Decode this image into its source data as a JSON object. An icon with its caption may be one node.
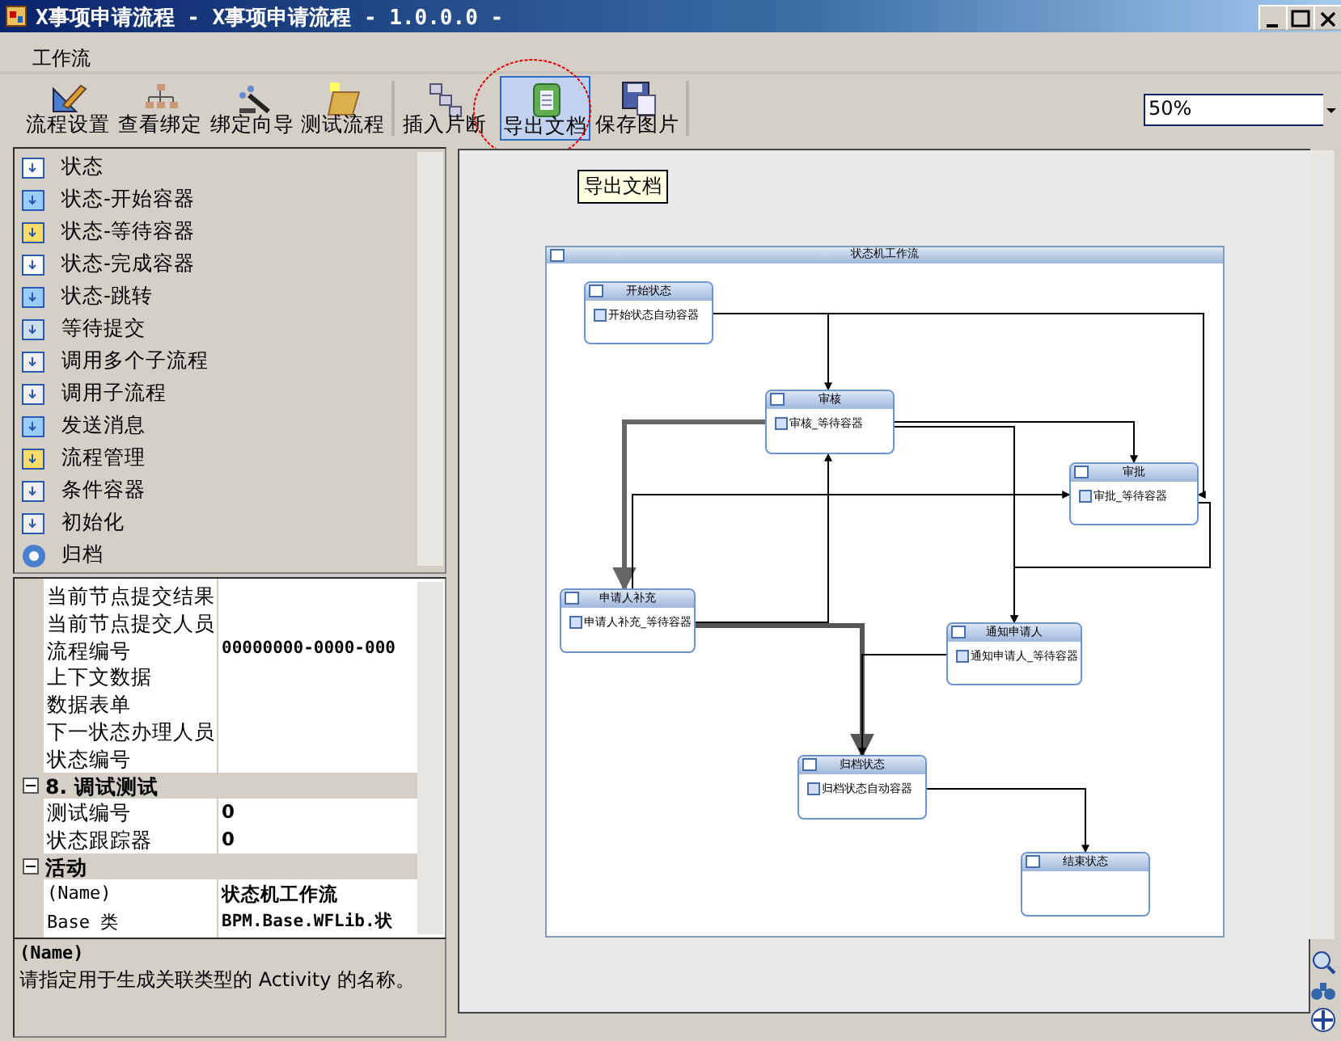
{
  "diagram": {
    "nodes": [
      {
        "text": [
          "状态机工作流"
        ]
      },
      {
        "text": [
          "开始状态",
          "开始状态自动容器"
        ],
        "in": 0
      },
      {
        "text": [
          "审核",
          "审核_等待容器"
        ],
        "in": 0
      },
      {
        "text": [
          "审批",
          "审批_等待容器"
        ],
        "in": 0
      },
      {
        "text": [
          "申请人补充",
          "申请人补充_等待容器"
        ],
        "in": 0
      },
      {
        "text": [
          "通知申请人",
          "通知申请人_等待容器"
        ],
        "in": 0
      },
      {
        "text": [
          "归档状态",
          "归档状态自动容器"
        ],
        "in": 0
      },
      {
        "text": [
          "结束状态"
        ],
        "in": 0
      }
    ],
    "edges": [
      {
        "from": 1,
        "to": 2,
        "arrow": "to"
      },
      {
        "from": 1,
        "to": 3,
        "arrow": "to"
      },
      {
        "from": 2,
        "to": 3,
        "arrow": "to"
      },
      {
        "from": 2,
        "to": 4,
        "arrow": "to",
        "style": "thick",
        "color": "#666666"
      },
      {
        "from": 2,
        "to": 5,
        "arrow": "to"
      },
      {
        "from": 3,
        "to": 5,
        "arrow": "to"
      },
      {
        "from": 4,
        "to": 2,
        "arrow": "to"
      },
      {
        "from": 4,
        "to": 6,
        "arrow": "to",
        "style": "thick",
        "color": "#555555"
      },
      {
        "from": 5,
        "to": 6,
        "arrow": "to"
      },
      {
        "from": 6,
        "to": 7,
        "arrow": "to"
      },
      {
        "from": 4,
        "to": 3,
        "arrow": "to"
      }
    ],
    "labels": [
      "X事项申请流程 - X事项申请流程 - 1.0.0.0 -",
      "工作流",
      "流程设置",
      "查看绑定",
      "绑定向导",
      "测试流程",
      "插入片断",
      "导出文档",
      "保存图片",
      "50%",
      "导出文档",
      "状态",
      "状态-开始容器",
      "状态-等待容器",
      "状态-完成容器",
      "状态-跳转",
      "等待提交",
      "调用多个子流程",
      "调用子流程",
      "发送消息",
      "流程管理",
      "条件容器",
      "初始化",
      "归档",
      "当前节点提交结果",
      "当前节点提交人员",
      "流程编号",
      "00000000-0000-000",
      "上下文数据",
      "数据表单",
      "下一状态办理人员",
      "状态编号",
      "8. 调试测试",
      "测试编号",
      "0",
      "状态跟踪器",
      "0",
      "活动",
      "(Name)",
      "状态机工作流",
      "Base 类",
      "BPM.Base.WFLib.状",
      "(Name)",
      "请指定用于生成关联类型的 Activity 的名称。"
    ]
  }
}
